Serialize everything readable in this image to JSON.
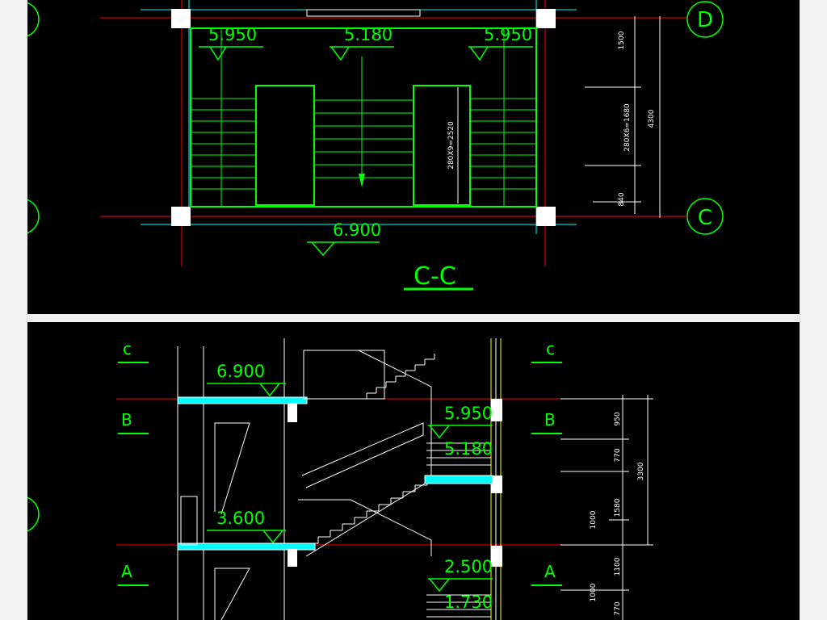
{
  "plan": {
    "elevations": {
      "left": "5.950",
      "center": "5.180",
      "right": "5.950",
      "bottom": "6.900"
    },
    "section_label": "C-C",
    "axes": {
      "top": "D",
      "bottom": "C"
    },
    "dims": {
      "d1": "1500",
      "d2": "280X6=1680",
      "d3": "840",
      "total": "4300",
      "flight": "280X9=2520"
    }
  },
  "section": {
    "elevations": {
      "top": "6.900",
      "mid": "3.600",
      "landing_top": "5.950",
      "landing_top2": "5.180",
      "landing_low": "2.500",
      "landing_low2": "1.730"
    },
    "grid_labels": {
      "c_left": "c",
      "c_right": "c",
      "b_left": "B",
      "b_right": "B",
      "a_left": "A",
      "a_right": "A"
    },
    "dims": {
      "d1": "950",
      "d2": "770",
      "d3": "1580",
      "d4": "1000",
      "d5": "1100",
      "d6": "1000",
      "d7": "770",
      "total": "3300"
    }
  },
  "colors": {
    "background": "#000000",
    "line": "#00ff00",
    "text": "#00ff00",
    "grid": "#ff0000",
    "wall": "#00ffff",
    "white": "#ffffff"
  }
}
